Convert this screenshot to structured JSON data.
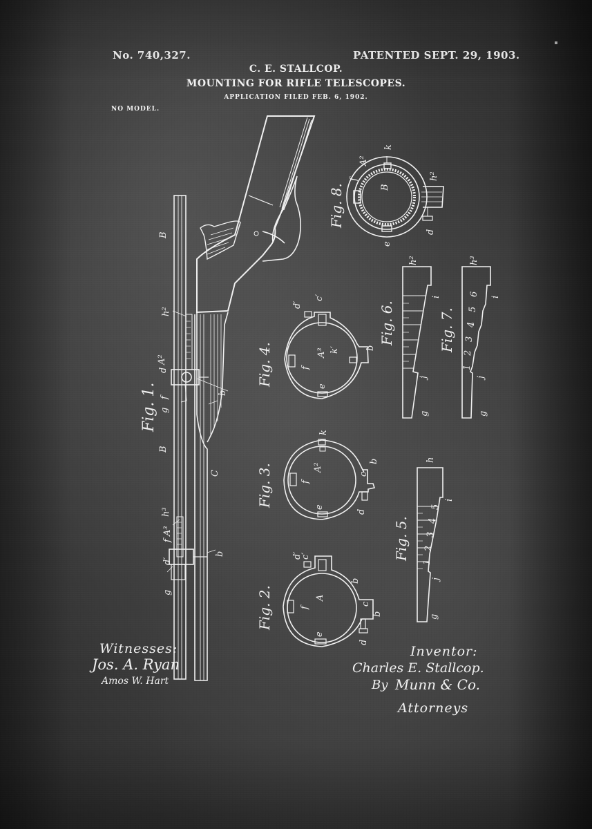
{
  "header": {
    "patent_number": "No. 740,327.",
    "patent_date": "PATENTED SEPT. 29, 1903.",
    "inventor": "C. E. STALLCOP.",
    "title": "MOUNTING FOR RIFLE TELESCOPES.",
    "application_filed": "APPLICATION FILED FEB. 6, 1902.",
    "model_note": "NO MODEL."
  },
  "figures": [
    {
      "label": "Fig. 1.",
      "description": "rifle with telescope mounting, side view"
    },
    {
      "label": "Fig. 2.",
      "description": "mounting ring A"
    },
    {
      "label": "Fig. 3.",
      "description": "mounting ring A2"
    },
    {
      "label": "Fig. 4.",
      "description": "mounting ring A3"
    },
    {
      "label": "Fig. 5.",
      "description": "graduated elevation bar"
    },
    {
      "label": "Fig. 6.",
      "description": "graduated elevation bar"
    },
    {
      "label": "Fig. 7.",
      "description": "notched elevation bar numbered 1-6"
    },
    {
      "label": "Fig. 8.",
      "description": "ring cross-section with telescope tube B"
    }
  ],
  "reference_letters": {
    "fig1": [
      "B",
      "h2",
      "A2",
      "d",
      "f",
      "g",
      "B",
      "C",
      "b",
      "h3",
      "f",
      "A3",
      "d'",
      "g",
      "b"
    ],
    "fig2": [
      "d'",
      "c'",
      "f",
      "A",
      "c",
      "b",
      "e",
      "d",
      "b"
    ],
    "fig3": [
      "k",
      "f",
      "A2",
      "c",
      "b",
      "e",
      "d"
    ],
    "fig4": [
      "d'",
      "c'",
      "A3",
      "k'",
      "f",
      "b",
      "e"
    ],
    "fig5": [
      "h",
      "i",
      "j",
      "g"
    ],
    "fig5_scale": [
      "1",
      "2",
      "3",
      "4",
      "5"
    ],
    "fig6": [
      "h2",
      "i",
      "j",
      "g"
    ],
    "fig7": [
      "h3",
      "i",
      "j",
      "g"
    ],
    "fig7_scale": [
      "1",
      "2",
      "3",
      "4",
      "5",
      "6"
    ],
    "fig8": [
      "A2",
      "k",
      "f",
      "B",
      "h2",
      "d",
      "e"
    ]
  },
  "signatures": {
    "witnesses_label": "Witnesses:",
    "witness_1": "Jos. A. Ryan",
    "witness_2": "Amos W. Hart",
    "inventor_label": "Inventor:",
    "inventor_name": "Charles E. Stallcop.",
    "by_label": "By",
    "attorney_firm": "Munn & Co.",
    "attorneys_label": "Attorneys"
  },
  "colors": {
    "background": "#3b3b3b",
    "ink": "#f2f2f2"
  }
}
